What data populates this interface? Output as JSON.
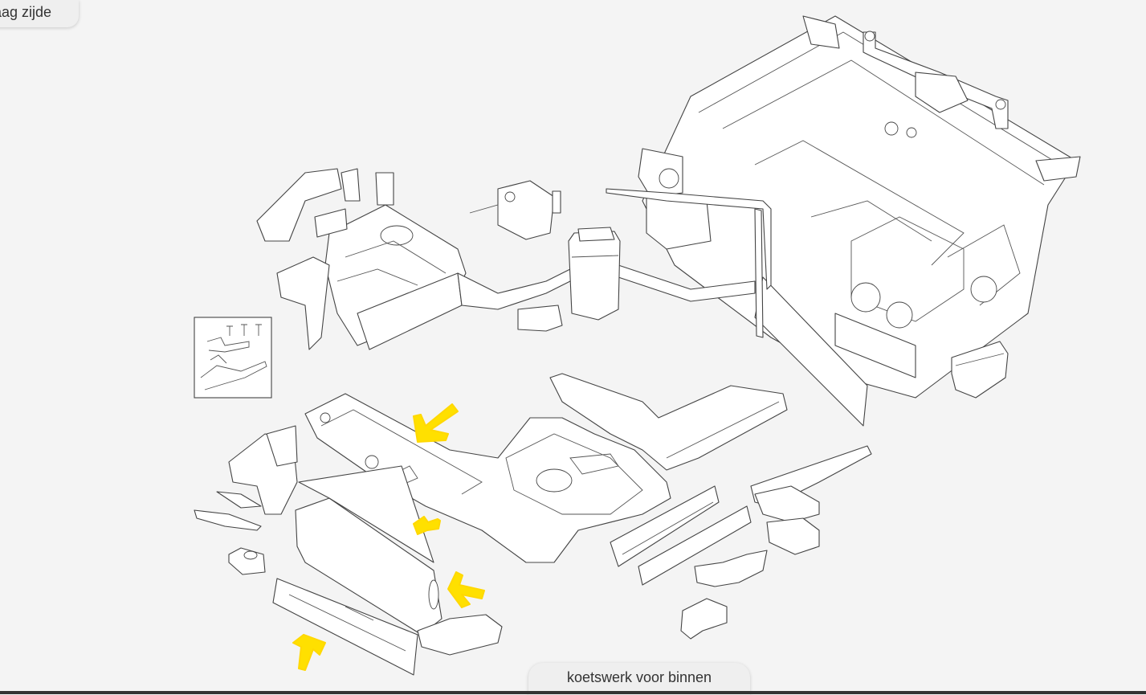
{
  "page": {
    "top_tab_label": "aag zijde",
    "bottom_tab_label": "koetswerk voor binnen"
  },
  "colors": {
    "background": "#f4f4f4",
    "line_art": "#444444",
    "annotation_arrows": "#ffe000"
  },
  "diagram": {
    "icon": "exploded-body-diagram",
    "annotation_arrow_count": 4
  }
}
